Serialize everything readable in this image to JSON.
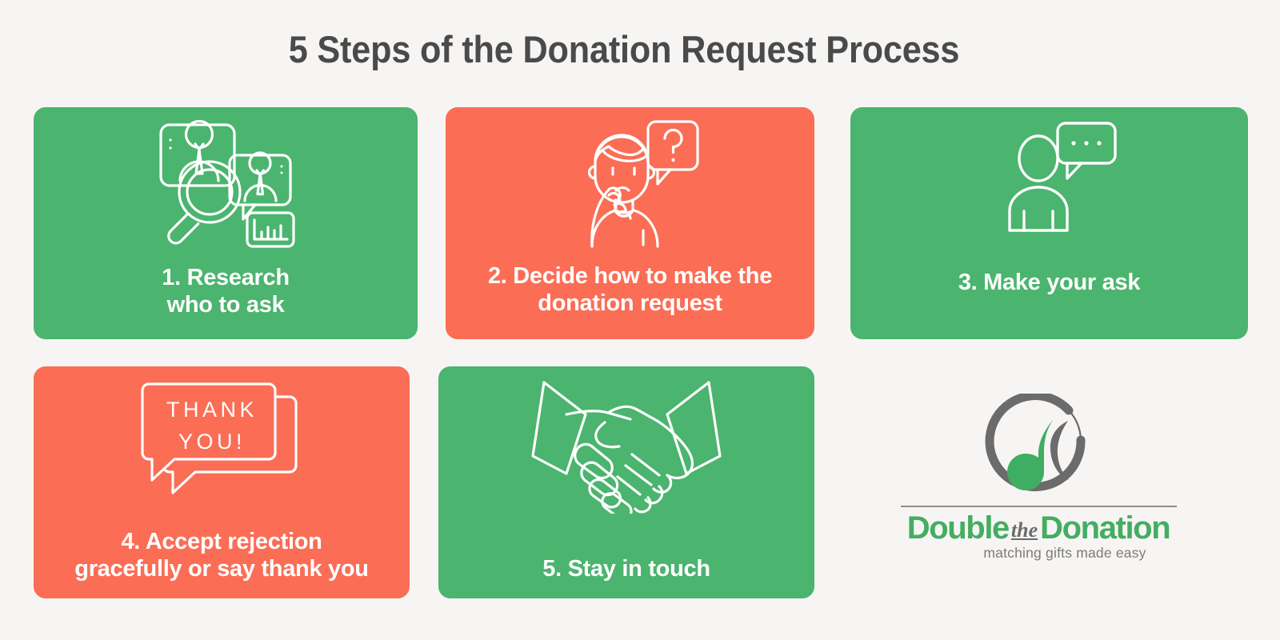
{
  "page": {
    "title": "5 Steps of the Donation Request Process",
    "background_color": "#f7f5f3",
    "title_color": "#4a4a4a"
  },
  "colors": {
    "green": "#4bb46e",
    "coral": "#fb6d55",
    "white": "#ffffff",
    "logo_green": "#44ad62",
    "logo_gray": "#6b6b6b"
  },
  "steps": [
    {
      "number": "1",
      "label_line1": "1. Research",
      "label_line2": "who to ask",
      "color": "#4bb46e",
      "icon": "research-people-magnifier-icon"
    },
    {
      "number": "2",
      "label_line1": "2. Decide how to make the",
      "label_line2": "donation request",
      "color": "#fb6d55",
      "icon": "thinking-person-question-icon"
    },
    {
      "number": "3",
      "label_line1": "3. Make your ask",
      "label_line2": "",
      "color": "#4bb46e",
      "icon": "person-speech-bubble-icon"
    },
    {
      "number": "4",
      "label_line1": "4. Accept rejection",
      "label_line2": "gracefully or say thank you",
      "color": "#fb6d55",
      "icon": "thank-you-speech-bubble-icon"
    },
    {
      "number": "5",
      "label_line1": "5. Stay in touch",
      "label_line2": "",
      "color": "#4bb46e",
      "icon": "handshake-icon"
    }
  ],
  "icon_text": {
    "thank_you_line1": "THANK",
    "thank_you_line2": "YOU!",
    "question_mark": "?"
  },
  "logo": {
    "word_part1": "Double",
    "word_the": "the",
    "word_part2": "Donation",
    "tagline": "matching gifts made easy"
  }
}
